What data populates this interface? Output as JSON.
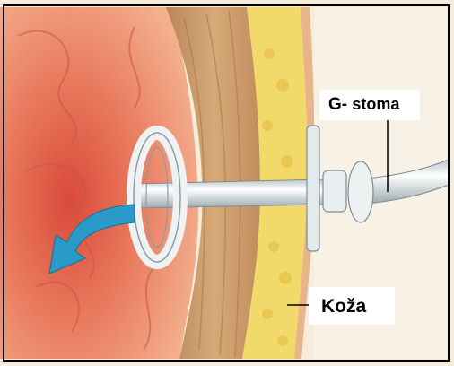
{
  "labels": {
    "stoma_prefix": "G- ",
    "stoma_rest": "stoma",
    "skin": "Koža"
  },
  "colors": {
    "frame": "#000000",
    "background": "#f5ead9",
    "stomach_inner": "#e8765a",
    "stomach_outer": "#f0a886",
    "muscle": "#c99a6a",
    "fat": "#f2dc6c",
    "tube": "#e2eaec",
    "arrow": "#2a9bc8",
    "skin_line": "#c98a5a"
  }
}
